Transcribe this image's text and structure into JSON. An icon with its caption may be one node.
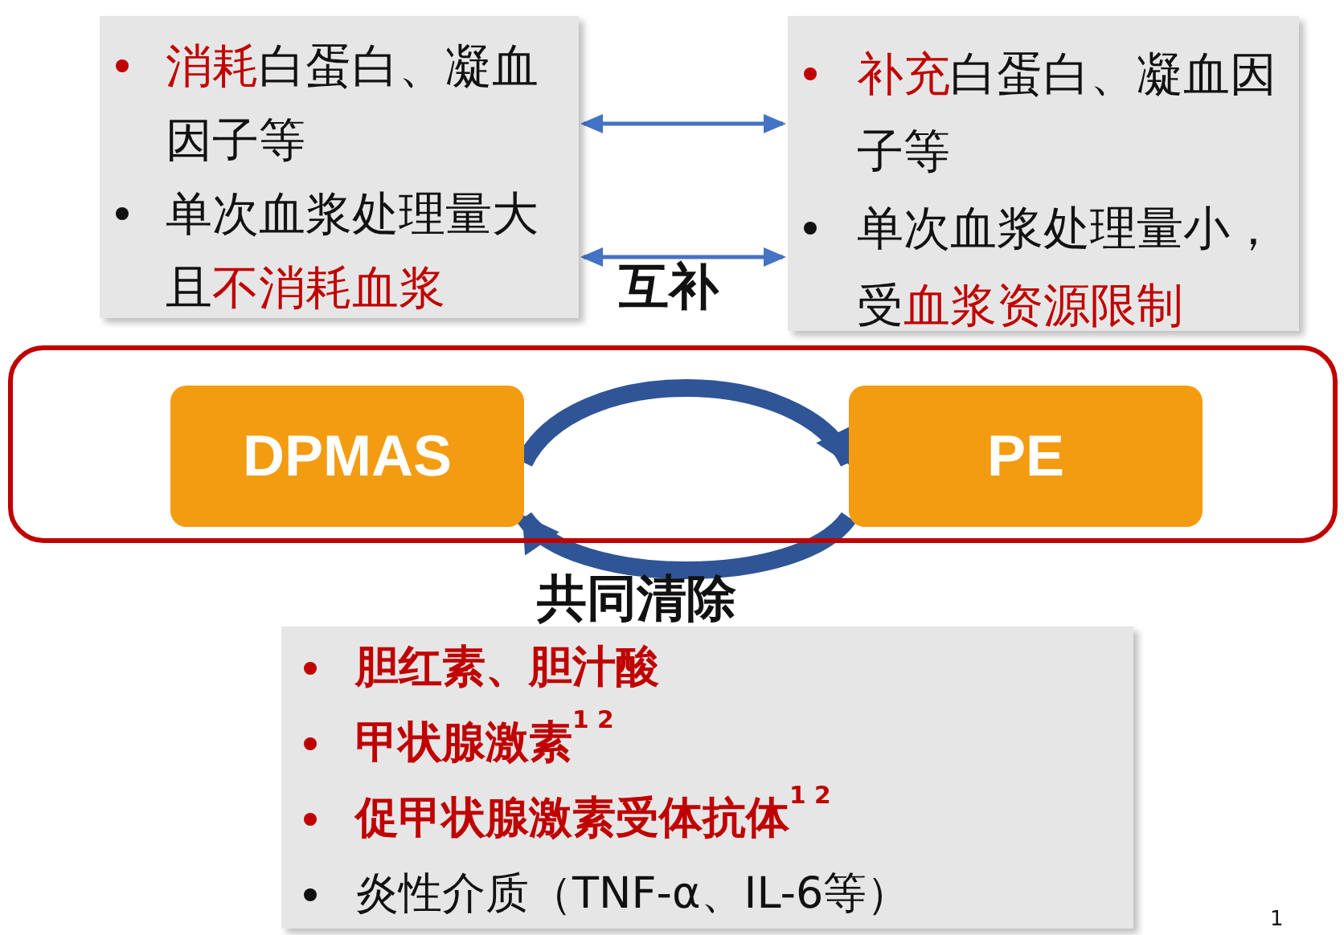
{
  "diagram": {
    "nodes": [
      {
        "text": [
          "**消耗**白蛋白、凝血因子等",
          "单次血浆处理量大且**不消耗血浆**"
        ]
      },
      {
        "text": [
          "**补充**白蛋白、凝血因子等",
          "单次血浆处理量小，受**血浆资源限制**"
        ]
      },
      {
        "text": [],
        "shape": "box"
      },
      {
        "text": [
          "DPMAS"
        ],
        "in": 2
      },
      {
        "text": [
          "PE"
        ],
        "in": 2
      },
      {
        "text": [
          "胆红素、胆汁酸",
          "甲状腺激素$^{1 2}$",
          "促甲状腺激素受体抗体$^{1 2}$",
          "炎性介质（TNF-α、IL-6等）"
        ]
      }
    ],
    "edges": [
      {
        "from": 0,
        "to": 1,
        "arrow": "both",
        "color": "#4472c4"
      },
      {
        "from": 0,
        "to": 1,
        "arrow": "both",
        "color": "#4472c4"
      },
      {
        "from": 3,
        "to": 4,
        "arrow": "to",
        "style": "thick",
        "color": "#2f5597"
      },
      {
        "from": 4,
        "to": 3,
        "arrow": "to",
        "style": "thick",
        "color": "#2f5597"
      }
    ],
    "labels": [
      "互补",
      "共同清除",
      "1"
    ]
  }
}
